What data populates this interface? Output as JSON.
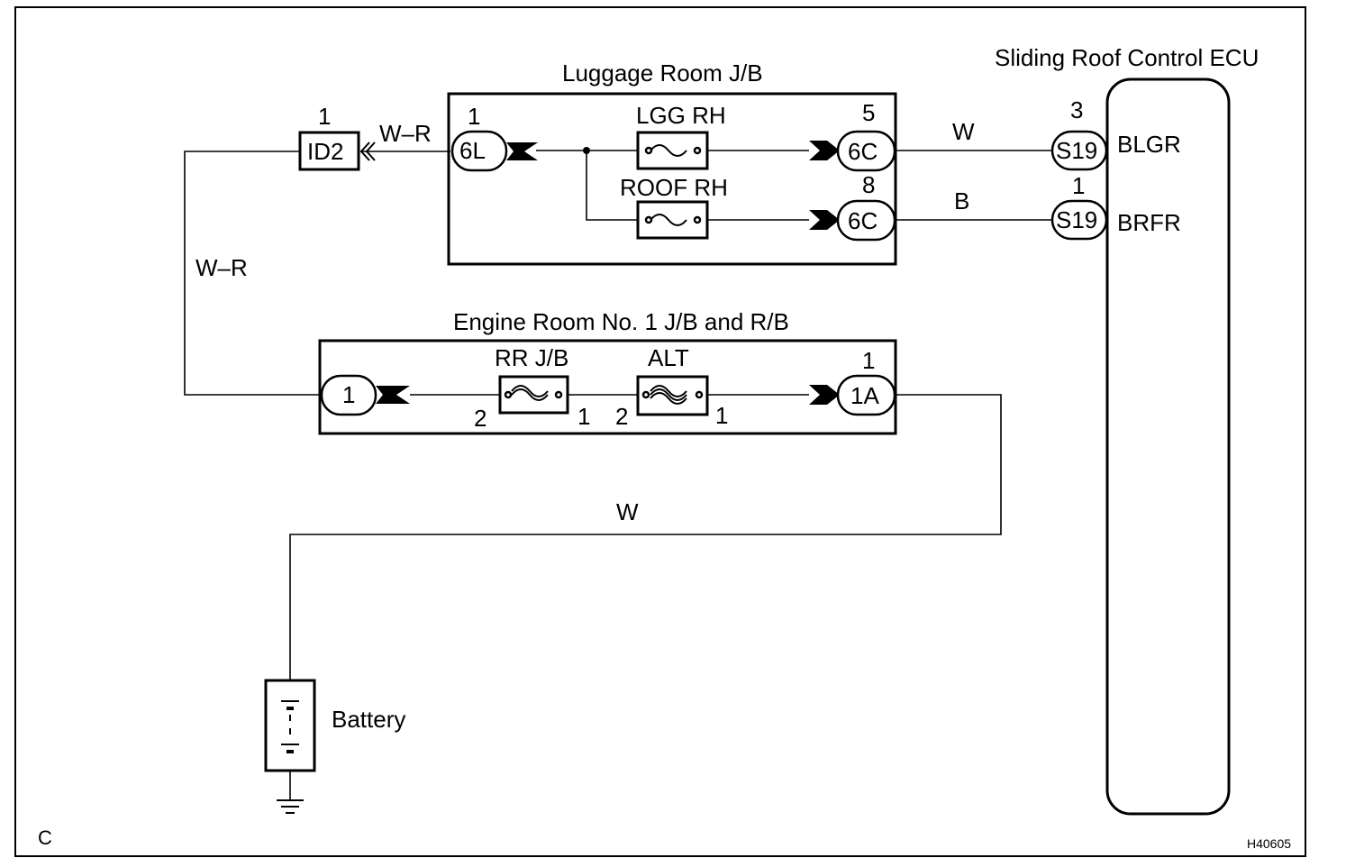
{
  "corner_letter": "C",
  "figure_code": "H40605",
  "ecu": {
    "title": "Sliding Roof Control ECU",
    "pin_blgr": "BLGR",
    "pin_brfr": "BRFR"
  },
  "luggage_jb": {
    "title": "Luggage Room J/B",
    "fuse_lgg": "LGG RH",
    "fuse_roof": "ROOF RH",
    "conn_in": "6L",
    "conn_in_pin": "1",
    "conn_out1": "6C",
    "conn_out1_pin": "5",
    "conn_out2": "6C",
    "conn_out2_pin": "8"
  },
  "engine_jb": {
    "title": "Engine Room No. 1 J/B and R/B",
    "fuse_rr": "RR J/B",
    "fuse_alt": "ALT",
    "conn_left": "1",
    "conn_right": "1A",
    "conn_right_pin": "1",
    "rr_pin_left": "2",
    "rr_pin_right": "1",
    "alt_pin_left": "2",
    "alt_pin_right": "1"
  },
  "id2": {
    "label": "ID2",
    "pin": "1"
  },
  "s19_top": {
    "label": "S19",
    "pin": "3"
  },
  "s19_bottom": {
    "label": "S19",
    "pin": "1"
  },
  "wires": {
    "id2_to_6l": "W–R",
    "left_vertical": "W–R",
    "6c_to_s19_top": "W",
    "6c_to_s19_bottom": "B",
    "battery_feed": "W"
  },
  "battery": {
    "label": "Battery"
  }
}
